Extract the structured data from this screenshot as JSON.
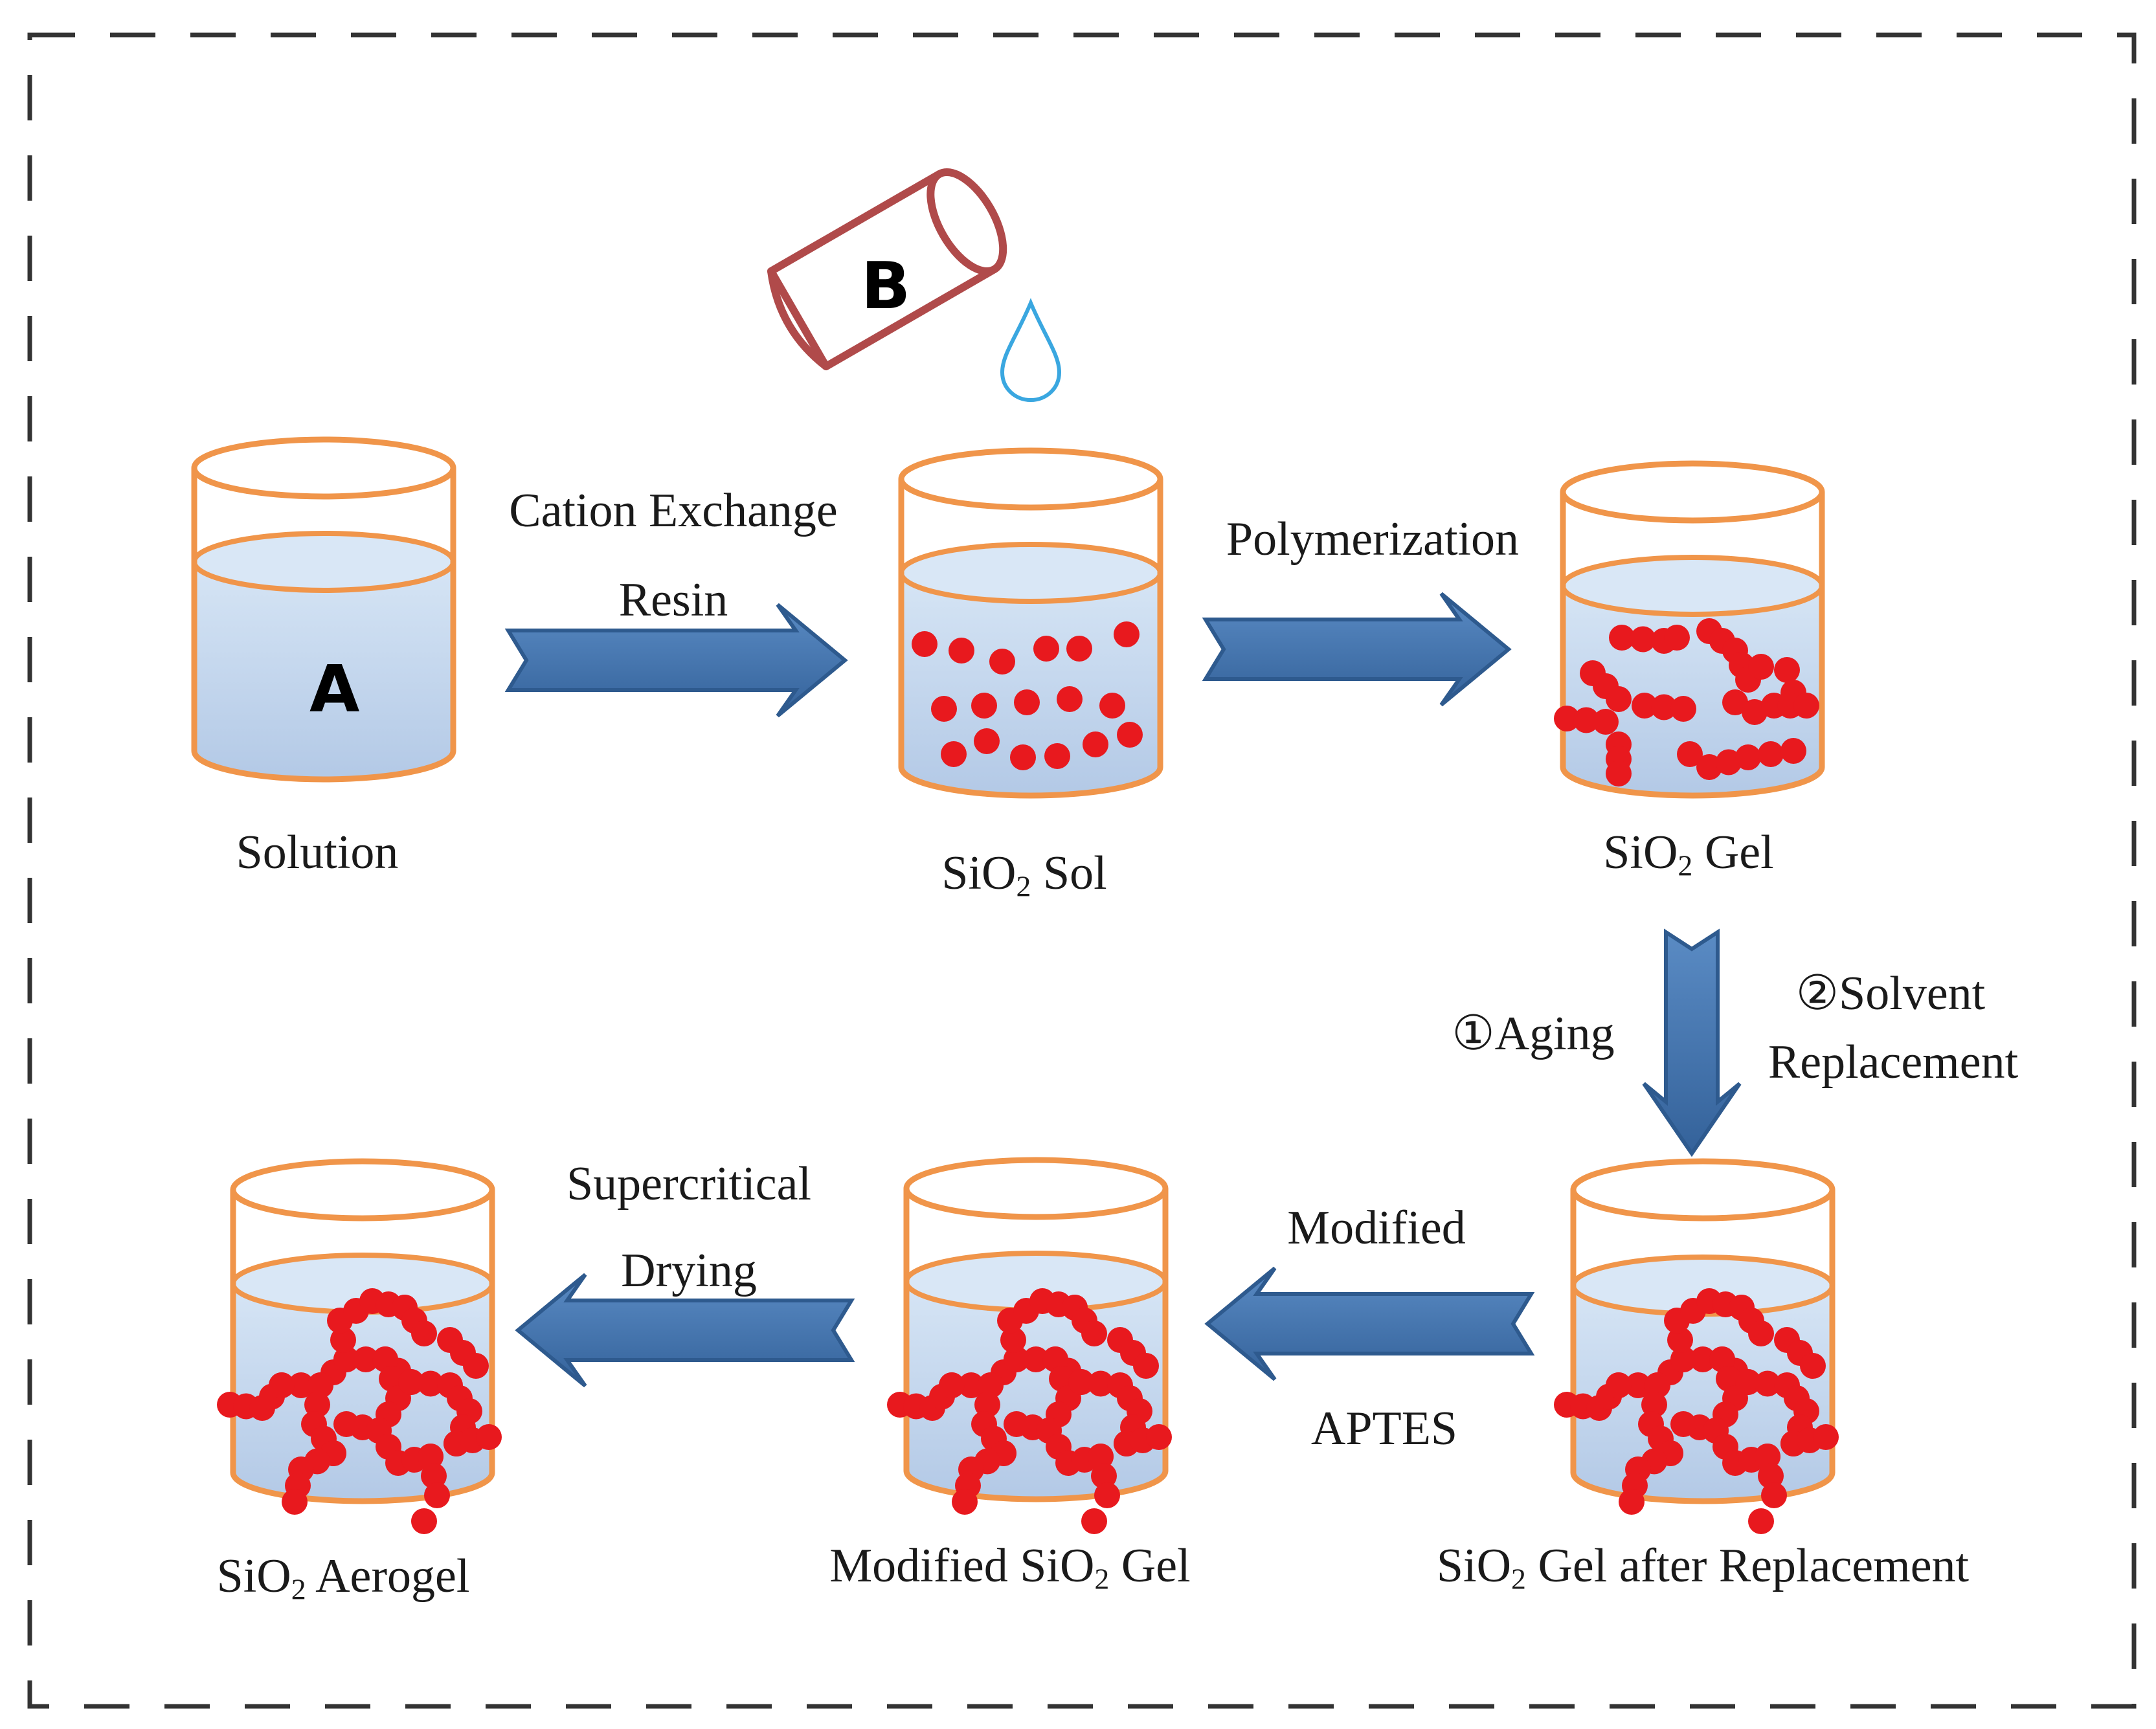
{
  "beakers": {
    "solution": {
      "label": "Solution",
      "letter": "A"
    },
    "sol": {
      "label_pre": "SiO",
      "sub": "2",
      "label_post": " Sol"
    },
    "gel": {
      "label_pre": "SiO",
      "sub": "2",
      "label_post": " Gel"
    },
    "replaced": {
      "label_pre": "SiO",
      "sub": "2",
      "label_post": " Gel after Replacement"
    },
    "modified": {
      "label_pre": "Modified SiO",
      "sub": "2",
      "label_post": " Gel"
    },
    "aerogel": {
      "label_pre": "SiO",
      "sub": "2",
      "label_post": " Aerogel"
    }
  },
  "cup_letter": "B",
  "steps": {
    "cation": {
      "line1": "Cation Exchange",
      "line2": "Resin"
    },
    "polymerization": {
      "line1": "Polymerization"
    },
    "aging": {
      "line1": "①Aging"
    },
    "solvent": {
      "line1": "②Solvent",
      "line2": "Replacement"
    },
    "modified": {
      "line1": "Modified",
      "line2": "APTES"
    },
    "supercritical": {
      "line1": "Supercritical",
      "line2": "Drying"
    }
  },
  "colors": {
    "beaker_rim": "#f0954a",
    "liquid_top": "#cfe0f3",
    "liquid_bottom": "#b7cde8",
    "particle": "#e8191e",
    "arrow": "#3f6ea5",
    "cup": "#b04a4a",
    "drop": "#3aa7e0",
    "frame": "#333333"
  }
}
